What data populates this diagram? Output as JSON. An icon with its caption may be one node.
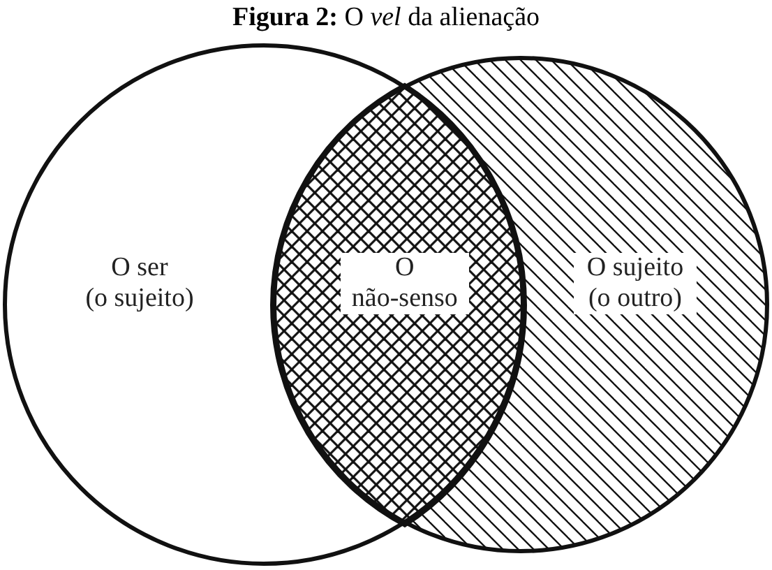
{
  "diagram": {
    "title": "**Figura 2:** O *vel* da alienação",
    "nodes": [
      {
        "text": [
          "O ser (o sujeito)"
        ]
      },
      {
        "text": [
          "O não-senso"
        ]
      },
      {
        "text": [
          "O sujeito (o outro)"
        ]
      }
    ]
  }
}
